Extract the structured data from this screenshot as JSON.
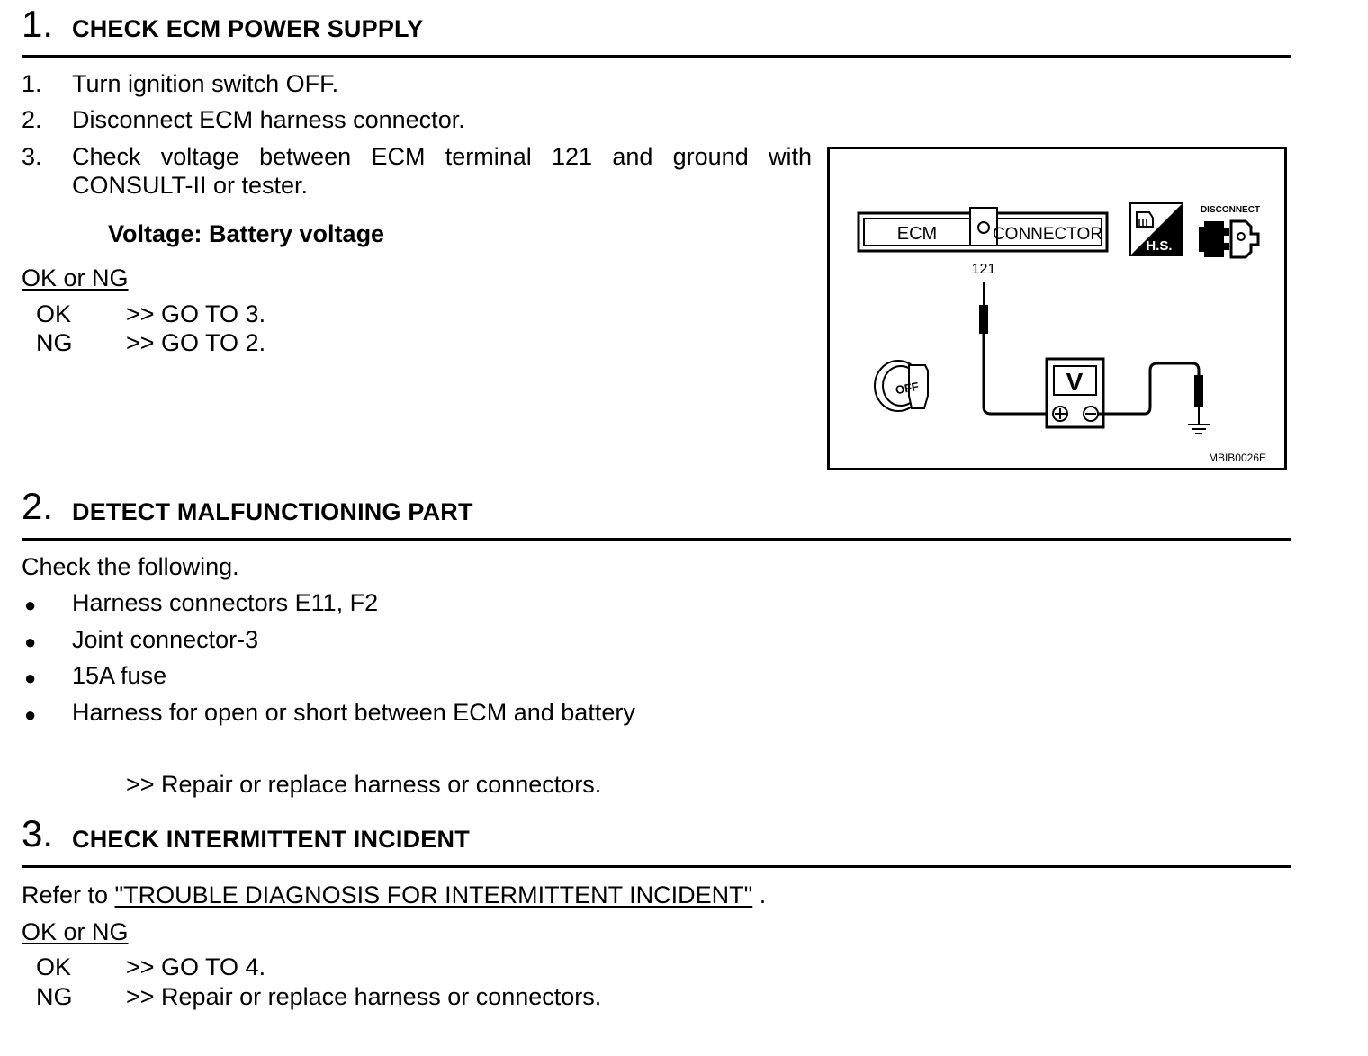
{
  "step1": {
    "number": "1.",
    "title": "CHECK ECM POWER SUPPLY",
    "items": [
      {
        "num": "1.",
        "text": "Turn ignition switch OFF."
      },
      {
        "num": "2.",
        "text": "Disconnect ECM harness connector."
      },
      {
        "num": "3.",
        "text_line1": "Check voltage between ECM terminal 121 and ground with",
        "text_line2": "CONSULT-II or tester."
      }
    ],
    "spec": "Voltage: Battery voltage",
    "ok_ng_label": "OK or NG",
    "results": [
      {
        "code": "OK",
        "action": ">> GO TO 3."
      },
      {
        "code": "NG",
        "action": ">> GO TO 2."
      }
    ]
  },
  "diagram": {
    "ecm_label": "ECM",
    "connector_label": "CONNECTOR",
    "terminal": "121",
    "hs_label": "H.S.",
    "disconnect_label": "DISCONNECT",
    "meter_label": "V",
    "key_label": "OFF",
    "figure_id": "MBIB0026E"
  },
  "step2": {
    "number": "2.",
    "title": "DETECT MALFUNCTIONING PART",
    "intro": "Check the following.",
    "bullets": [
      "Harness connectors E11, F2",
      "Joint connector-3",
      "15A fuse",
      "Harness for open or short between ECM and battery"
    ],
    "action": ">> Repair or replace harness or connectors."
  },
  "step3": {
    "number": "3.",
    "title": "CHECK INTERMITTENT INCIDENT",
    "refer_prefix": "Refer to ",
    "refer_link": "\"TROUBLE DIAGNOSIS FOR INTERMITTENT INCIDENT\"",
    "refer_suffix": " .",
    "ok_ng_label": "OK or NG",
    "results": [
      {
        "code": "OK",
        "action": ">> GO TO 4."
      },
      {
        "code": "NG",
        "action": ">> Repair or replace harness or connectors."
      }
    ]
  }
}
